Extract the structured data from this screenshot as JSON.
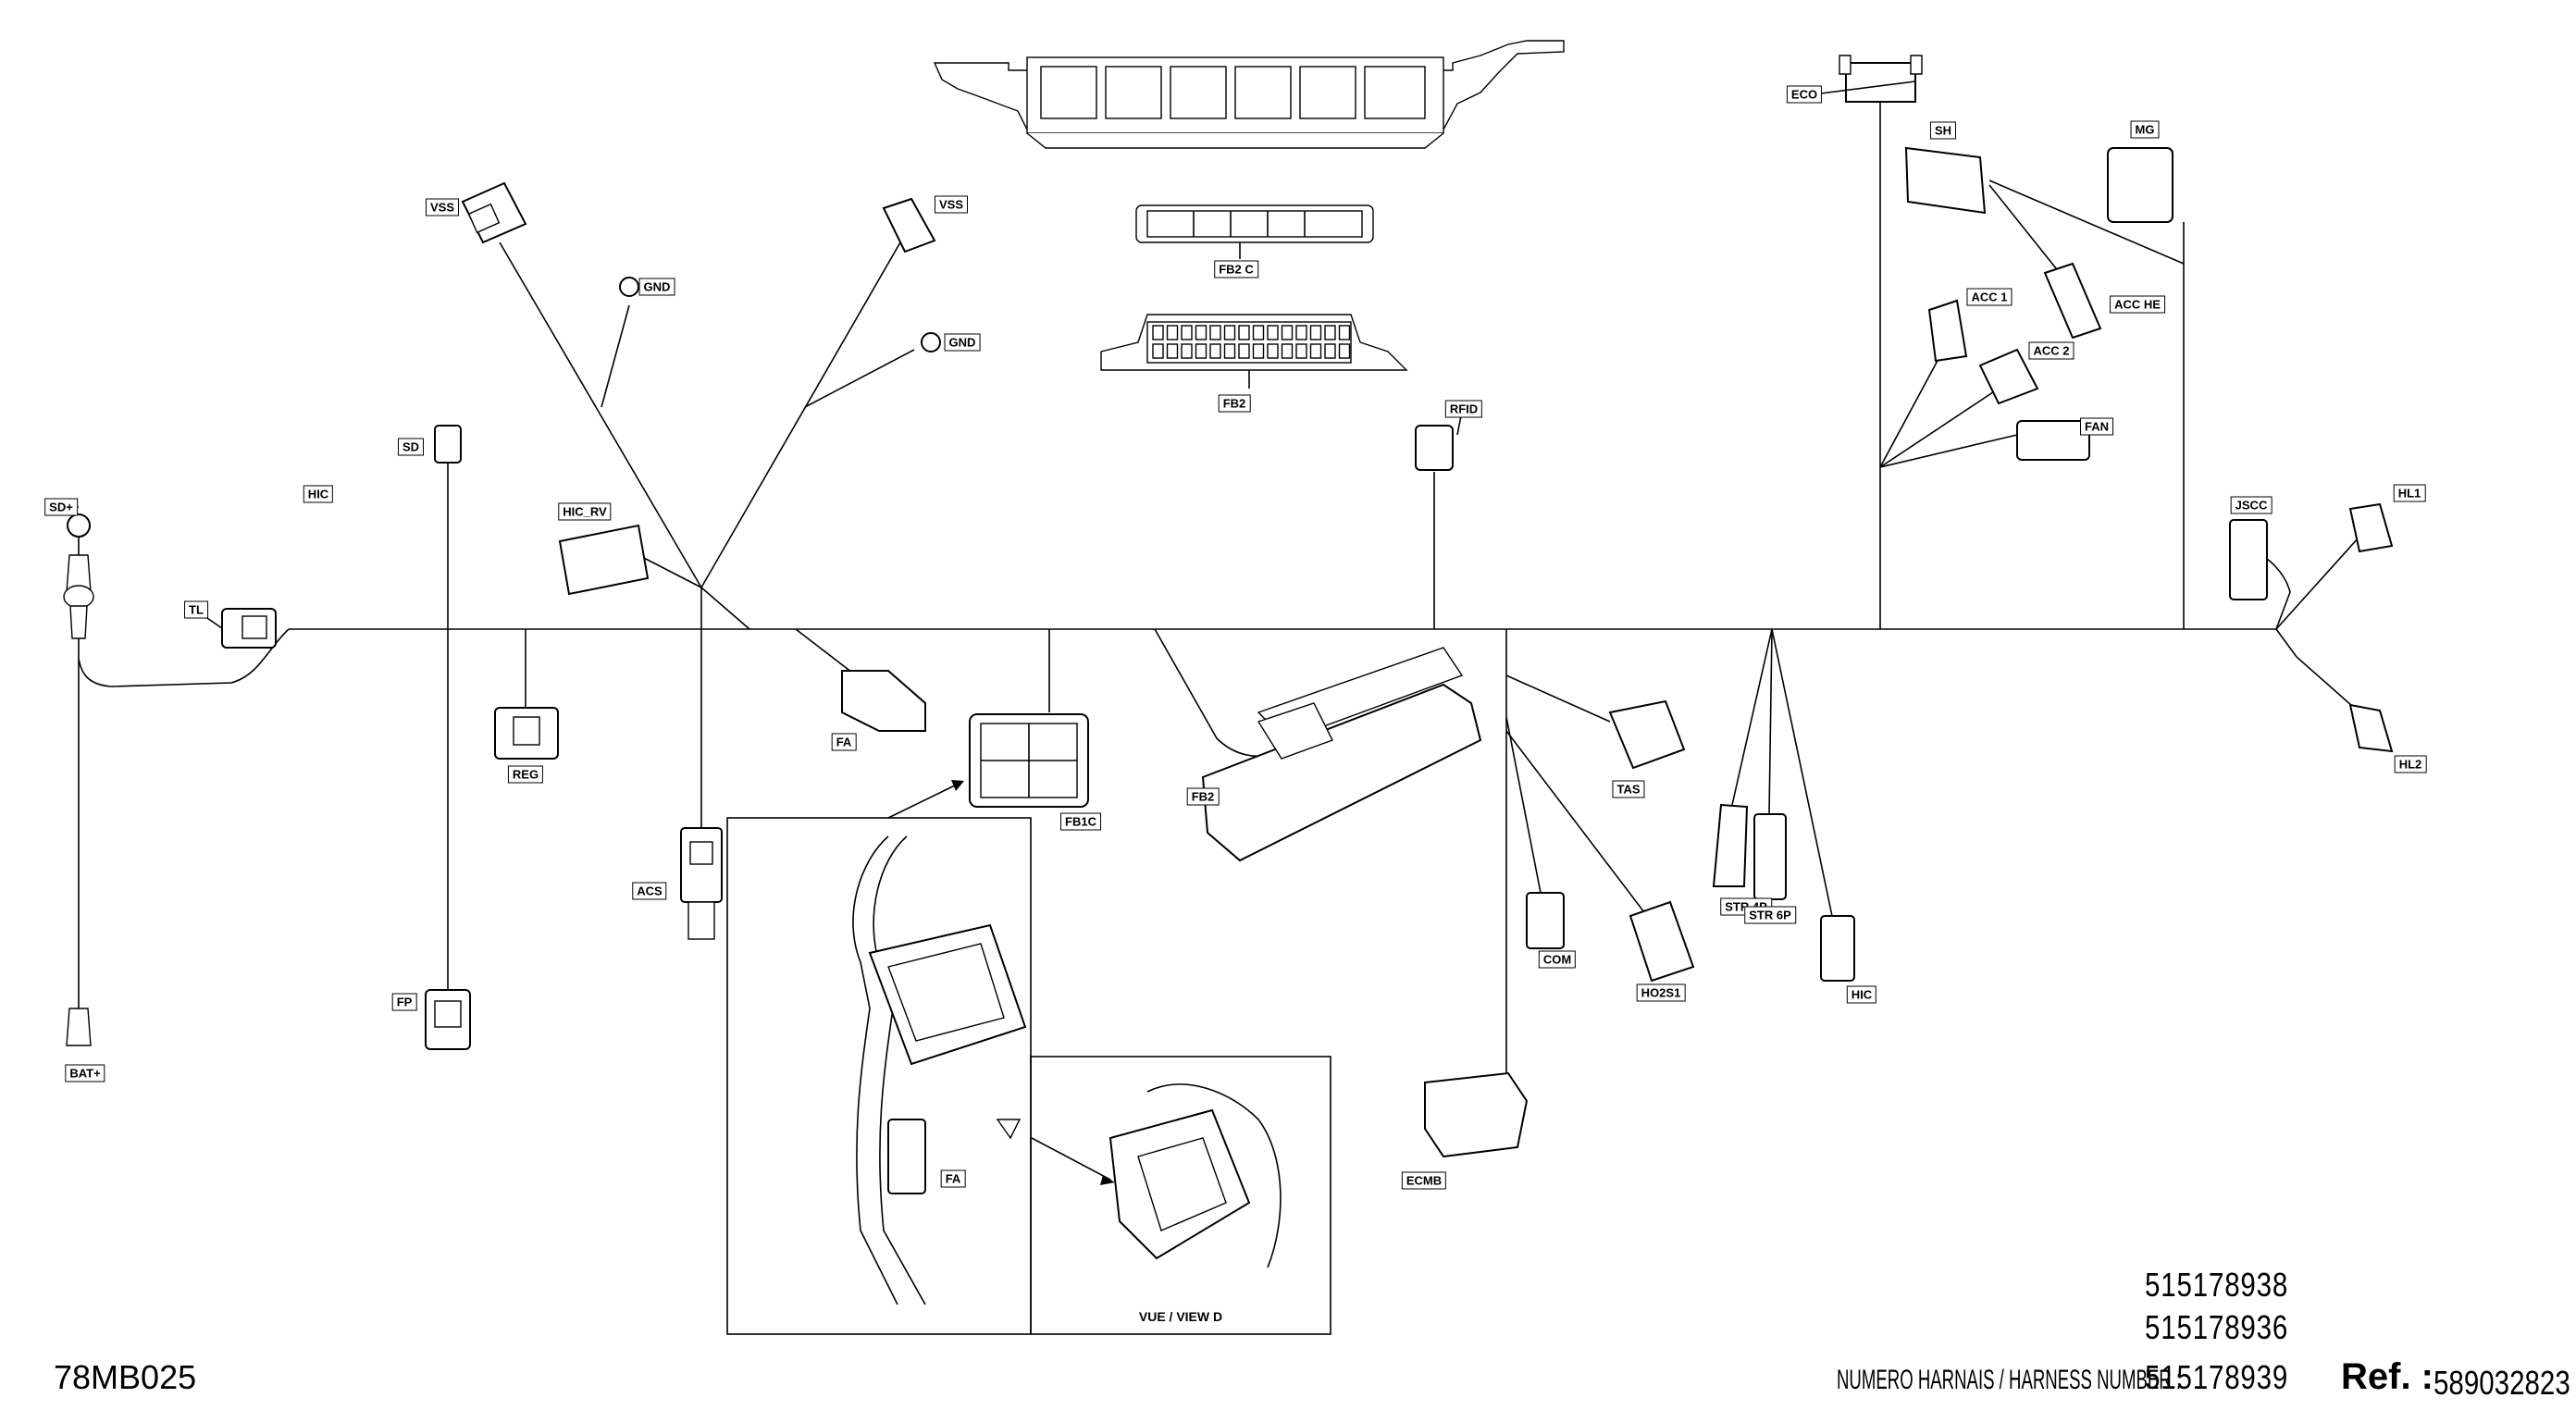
{
  "diagram": {
    "sheet_code": "78MB025",
    "view_caption": "VUE / VIEW D",
    "harness_caption": "NUMERO HARNAIS / HARNESS NUMBER :",
    "harness_numbers": [
      "515178938",
      "515178936",
      "515178939"
    ],
    "ref_label": "Ref. :",
    "ref_number": "589032823",
    "labels": {
      "sd_plus": "SD+",
      "bat_plus": "BAT+",
      "tl": "TL",
      "hic_top": "HIC",
      "sd": "SD",
      "fp": "FP",
      "vss_left": "VSS",
      "gnd_1": "GND",
      "gnd_2": "GND",
      "vss_right": "VSS",
      "hic_rv": "HIC_RV",
      "reg": "REG",
      "acs": "ACS",
      "fa_main": "FA",
      "fb1c": "FB1C",
      "fa_detail": "FA",
      "fb2c": "FB2 C",
      "fb2_top": "FB2",
      "fb2_main": "FB2",
      "rfid": "RFID",
      "tas": "TAS",
      "com": "COM",
      "ecmb": "ECMB",
      "ho2s1": "HO2S1",
      "str4p": "STR 4P",
      "str6p": "STR 6P",
      "hic_bottom": "HIC",
      "eco": "ECO",
      "sh": "SH",
      "mg": "MG",
      "acc1": "ACC 1",
      "acc_he": "ACC HE",
      "acc2": "ACC 2",
      "fan": "FAN",
      "jscc": "JSCC",
      "hl1": "HL1",
      "hl2": "HL2"
    }
  }
}
